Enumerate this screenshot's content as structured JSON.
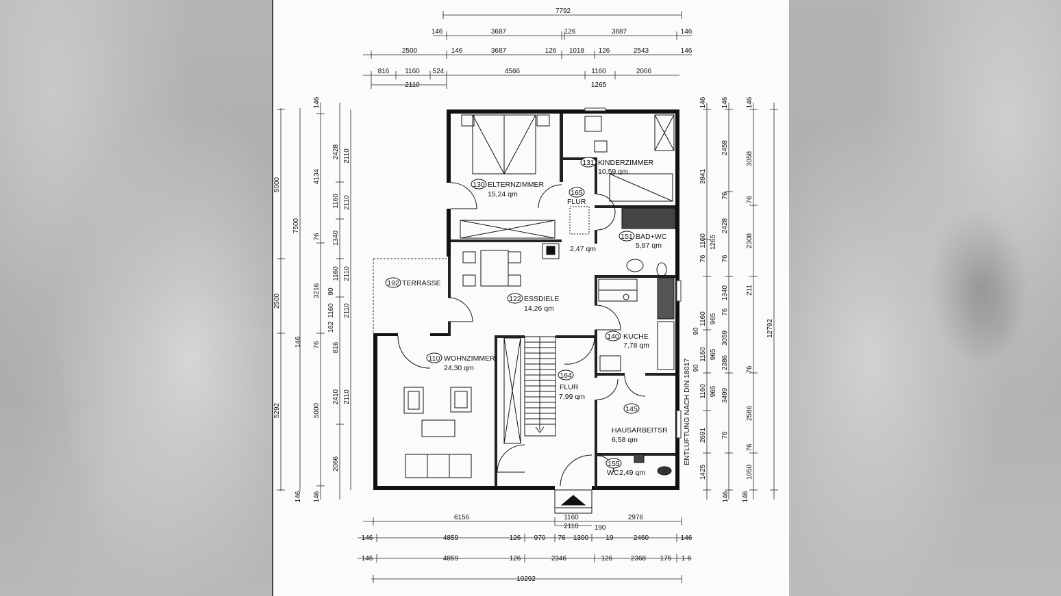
{
  "rooms": {
    "eltern": {
      "num": "130",
      "name": "ELTERNZIMMER",
      "area": "15,24 qm"
    },
    "kinder": {
      "num": "131",
      "name": "KINDERZIMMER",
      "area": "10,59 qm"
    },
    "flur_top": {
      "num": "165",
      "name": "FLUR",
      "area": "2,47 qm"
    },
    "bad": {
      "num": "151",
      "name": "BAD+WC",
      "area": "5,87 qm"
    },
    "terrasse": {
      "num": "192",
      "name": "TERRASSE"
    },
    "essdiele": {
      "num": "122",
      "name": "ESSDIELE",
      "area": "14,26 qm"
    },
    "kuche": {
      "num": "140",
      "name": "KUCHE",
      "area": "7,78 qm"
    },
    "wohn": {
      "num": "110",
      "name": "WOHNZIMMER",
      "area": "24,30 qm"
    },
    "flur": {
      "num": "164",
      "name": "FLUR",
      "area": "7,99 qm"
    },
    "hausarbeit": {
      "num": "145",
      "name": "HAUSARBEITSR",
      "area": "6,58 qm"
    },
    "wc": {
      "num": "155",
      "name": "WC",
      "area": "2,49 qm"
    }
  },
  "vent_note": "ENTLUFTUNG NACH DIN 18017",
  "dims_top": {
    "r1": [
      "7792"
    ],
    "r2": [
      "146",
      "3687",
      "126",
      "3687",
      "146"
    ],
    "r3": [
      "2500",
      "146",
      "3687",
      "126",
      "1018",
      "126",
      "2543",
      "146"
    ],
    "r4": [
      "816",
      "1160",
      "524",
      "4566",
      "1160",
      "2066"
    ],
    "r4b": [
      "2110",
      "1265"
    ]
  },
  "dims_bottom": {
    "entry": [
      "1160",
      "2110",
      "190"
    ],
    "r1": [
      "6156",
      "2976"
    ],
    "r2": [
      "146",
      "4859",
      "126",
      "970",
      "76",
      "1300",
      "19",
      "2460",
      "146"
    ],
    "r3": [
      "146",
      "4859",
      "126",
      "2346",
      "126",
      "2368",
      "175",
      "1-6"
    ],
    "r4": [
      "10292"
    ]
  },
  "dims_left": {
    "c1": [
      "5000",
      "2500",
      "5292"
    ],
    "c2": [
      "7500"
    ],
    "c3": [
      "146",
      "4134",
      "76",
      "3216",
      "162",
      "146",
      "5000",
      "146"
    ],
    "c4": [
      "2428",
      "1160",
      "1340",
      "1160",
      "90",
      "1160",
      "76",
      "816",
      "2410",
      "2066",
      "146"
    ],
    "c5": [
      "2110",
      "2110",
      "2110",
      "2110",
      "2110"
    ]
  },
  "dims_right": {
    "c1": [
      "146",
      "3941",
      "1160",
      "1265",
      "76",
      "1160",
      "965",
      "90",
      "1160",
      "965",
      "90",
      "1160",
      "965",
      "2691",
      "1425",
      "146"
    ],
    "c2": [
      "2458",
      "76",
      "2428",
      "76",
      "1340",
      "76",
      "3059",
      "3499",
      "76",
      "146"
    ],
    "c3": [
      "146",
      "3058",
      "76",
      "2308",
      "2386",
      "211",
      "76",
      "2586",
      "76",
      "1050",
      "146"
    ],
    "c4": [
      "12792"
    ]
  }
}
